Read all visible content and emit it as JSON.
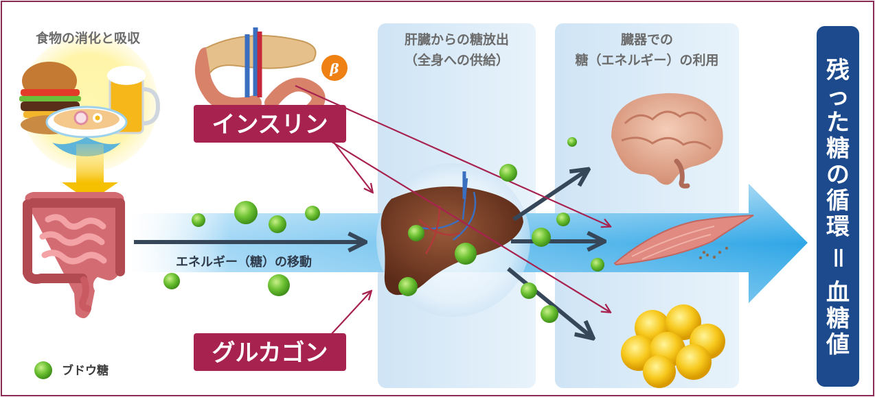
{
  "headings": {
    "digestion": "食物の消化と吸収",
    "liver_release_1": "肝臓からの糖放出",
    "liver_release_2": "（全身への供給）",
    "organ_use_1": "臓器での",
    "organ_use_2": "糖（エネルギー）の利用"
  },
  "hormones": {
    "insulin": "インスリン",
    "glucagon": "グルカゴン",
    "beta_symbol": "β"
  },
  "flow_label": "エネルギー（糖）の移動",
  "legend": {
    "glucose": "ブドウ糖"
  },
  "side_panel": {
    "chars": [
      "残",
      "っ",
      "た",
      "糖",
      "の",
      "循",
      "環",
      "＝",
      "血",
      "糖",
      "値"
    ]
  },
  "colors": {
    "frame": "#8c2a56",
    "hormone_box": "#a8224f",
    "side_panel": "#1c4a8c",
    "flow_arrow": "#3ab0e8",
    "glucose": "#5fb82e",
    "column_bg": "#dcecf8"
  },
  "icons": {
    "food": "food-icon",
    "pancreas": "pancreas-icon",
    "intestine": "intestine-icon",
    "liver": "liver-icon",
    "brain": "brain-icon",
    "muscle": "muscle-icon",
    "fat": "fat-cells-icon"
  }
}
